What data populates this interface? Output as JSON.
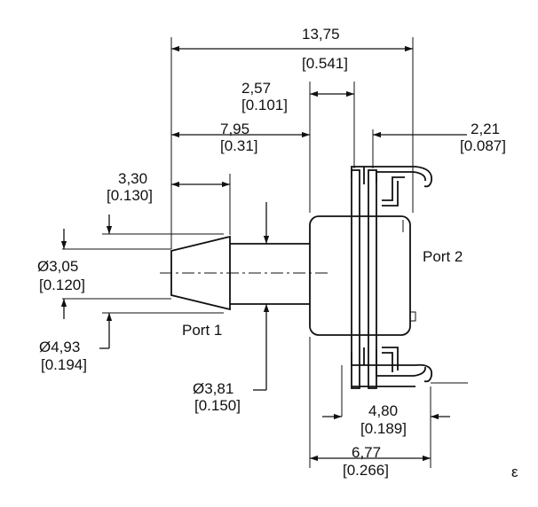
{
  "dimensions": {
    "overall_length": {
      "mm": "13,75",
      "inch": "[0.541]"
    },
    "body_offset": {
      "mm": "2,57",
      "inch": "[0.101]"
    },
    "tube_length": {
      "mm": "7,95",
      "inch": "[0.31]"
    },
    "barb_length": {
      "mm": "3,30",
      "inch": "[0.130]"
    },
    "port2_offset": {
      "mm": "2,21",
      "inch": "[0.087]"
    },
    "barb_tip_diameter": {
      "mm": "Ø3,05",
      "inch": "[0.120]"
    },
    "barb_base_diameter": {
      "mm": "Ø4,93",
      "inch": "[0.194]"
    },
    "tube_diameter": {
      "mm": "Ø3,81",
      "inch": "[0.150]"
    },
    "clip_width": {
      "mm": "4,80",
      "inch": "[0.189]"
    },
    "body_width": {
      "mm": "6,77",
      "inch": "[0.266]"
    }
  },
  "labels": {
    "port1": "Port 1",
    "port2": "Port 2",
    "corner_mark": "ε"
  }
}
